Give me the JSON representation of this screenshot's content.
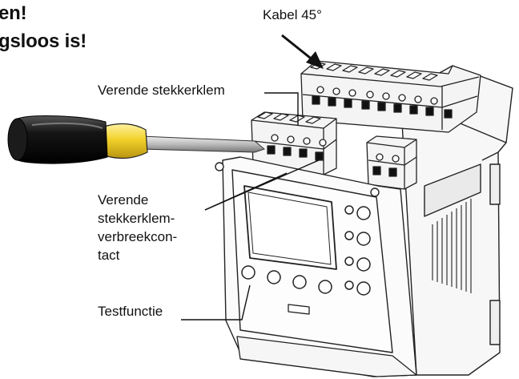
{
  "header": {
    "line1": "en!",
    "line2": "gsloos is!"
  },
  "labels": {
    "kabel": "Kabel 45°",
    "verende_stekkerklem": "Verende stekkerklem",
    "verende_line1": "Verende",
    "verende_line2": "stekkerklem-",
    "verende_line3": "verbreekcon-",
    "verende_line4": "tact",
    "testfunctie": "Testfunctie"
  },
  "colors": {
    "handle_black": "#151515",
    "handle_yellow": "#f2d22a",
    "line": "#111111",
    "device_fill": "#fafafa",
    "device_stroke": "#222222"
  }
}
